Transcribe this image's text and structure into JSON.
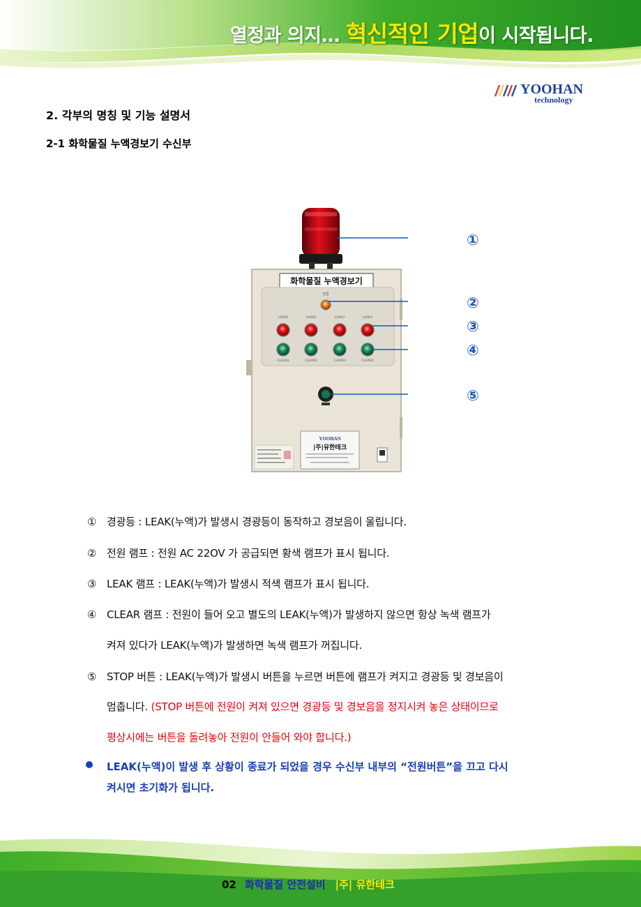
{
  "header": {
    "slogan_prefix": "열정과 의지…",
    "slogan_highlight": "혁신적인 기업",
    "slogan_suffix": "이 시작됩니다."
  },
  "logo": {
    "brand": "YOOHAN",
    "sub": "technology"
  },
  "section": {
    "title": "2. 각부의 명칭 및 기능 설명서",
    "subtitle": "2-1 화학물질 누액경보기 수신부"
  },
  "device": {
    "nameplate": "화학물질 누액경보기",
    "power_label": "전원",
    "leak_labels": [
      "LEAK1",
      "LEAK2",
      "LEAK3",
      "LEAK4"
    ],
    "clear_labels": [
      "CLEAR1",
      "CLEAR2",
      "CLEAR3",
      "CLEAR4"
    ],
    "company_plate": "|주|유한테크",
    "callouts": [
      "①",
      "②",
      "③",
      "④",
      "⑤"
    ]
  },
  "items": [
    {
      "marker": "①",
      "text": "경광등 : LEAK(누액)가 발생시 경광등이 동작하고 경보음이 울립니다."
    },
    {
      "marker": "②",
      "text": "전원 램프 : 전원 AC 22OV 가 공급되면 황색 램프가 표시 됩니다."
    },
    {
      "marker": "③",
      "text": "LEAK 램프 : LEAK(누액)가 발생시 적색 램프가 표시 됩니다."
    },
    {
      "marker": "④",
      "text": "CLEAR 램프 : 전원이 들어 오고 별도의 LEAK(누액)가 발생하지 않으면 항상 녹색 램프가"
    },
    {
      "marker": "",
      "text": "켜져 있다가 LEAK(누액)가 발생하면 녹색 램프가 꺼집니다."
    },
    {
      "marker": "⑤",
      "text": "STOP 버튼 : LEAK(누액)가 발생시 버튼을 누르면 버튼에 램프가 켜지고 경광등 및 경보음이"
    }
  ],
  "item5_cont_black": "멈춥니다. ",
  "item5_cont_red": "(STOP 버튼에 전원이 켜져 있으면 경광등 및 경보음을 정지시켜 놓은 상태이므로",
  "item5_cont_red2": "평상시에는 버튼을 돌려놓아 전원이 안들어 와야 합니다.)",
  "note": {
    "line1": "LEAK(누액)이 발생 후 상황이 종료가 되었을 경우 수신부 내부의 “전원버튼”을 끄고 다시",
    "line2": "켜시면 초기화가 됩니다."
  },
  "footer": {
    "page": "02",
    "name": "화학물질 안전설비",
    "company": "|주| 유한테크"
  },
  "colors": {
    "accent_blue": "#1a3fb5",
    "red_text": "#e8000a",
    "banner_green": "#3fae2a",
    "highlight_yellow": "#ffe600"
  }
}
